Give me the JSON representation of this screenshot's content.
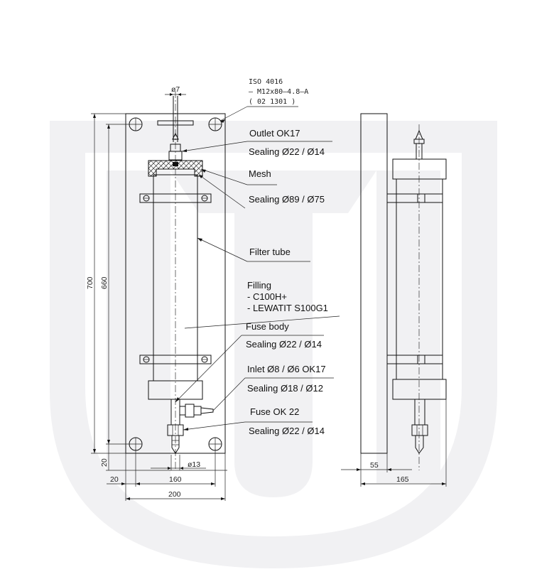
{
  "bolt_spec": {
    "line1": "ISO 4016",
    "line2": "– M12x80–4.8–A",
    "line3": "( 02 1301 )"
  },
  "labels": {
    "outlet": "Outlet OK17",
    "outlet_sealing": "Sealing  Ø22 / Ø14",
    "mesh": "Mesh",
    "mesh_sealing": "Sealing  Ø89 / Ø75",
    "filter_tube": "Filter tube",
    "filling_title": "Filling",
    "filling_item1": "- C100H+",
    "filling_item2": "- LEWATIT S100G1",
    "fuse_body": "Fuse body",
    "fuse_body_sealing": "Sealing  Ø22 / Ø14",
    "inlet": "Inlet  Ø8 / Ø6 OK17",
    "inlet_sealing": "Sealing  Ø18 / Ø12",
    "fuse_ok22": "Fuse OK 22",
    "fuse_ok22_sealing": "Sealing  Ø22 / Ø14"
  },
  "dimensions": {
    "d_top": "ø7",
    "d_bottom": "ø13",
    "h_total": "700",
    "h_inner": "660",
    "h_bottom": "20",
    "w_left": "20",
    "w_inner": "160",
    "w_total": "200",
    "side_offset": "55",
    "side_width": "165"
  }
}
